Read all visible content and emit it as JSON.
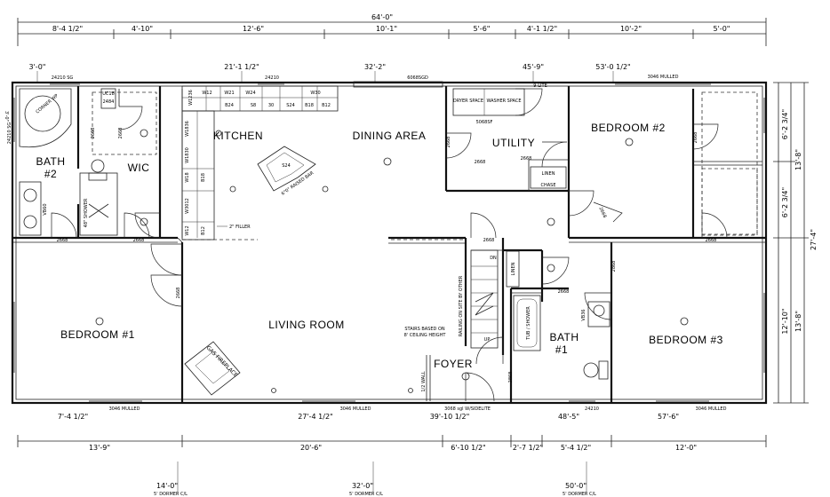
{
  "overall_width": "64'-0\"",
  "overall_depth": "27'-4\"",
  "rooms": {
    "kitchen": "KITCHEN",
    "dining": "DINING AREA",
    "utility": "UTILITY",
    "bedroom2": "BEDROOM #2",
    "bath2_a": "BATH",
    "bath2_b": "#2",
    "wic": "WIC",
    "bedroom1": "BEDROOM #1",
    "living": "LIVING ROOM",
    "foyer": "FOYER",
    "bath1_a": "BATH",
    "bath1_b": "#1",
    "bedroom3": "BEDROOM #3"
  },
  "top_dims": [
    "8'-4 1/2\"",
    "4'-10\"",
    "12'-6\"",
    "10'-1\"",
    "5'-6\"",
    "4'-1 1/2\"",
    "10'-2\"",
    "5'-0\""
  ],
  "bottom_dims": [
    "13'-9\"",
    "20'-6\"",
    "6'-10 1/2\"",
    "2'-7 1/2\"",
    "5'-4 1/2\"",
    "12'-0\""
  ],
  "right_dims": [
    "6'-2 3/4\"",
    "13'-8\"",
    "6'-2 3/4\"",
    "12'-10\"",
    "13'-8\""
  ],
  "wall_callouts_top": [
    "3'-0\"",
    "24210 SG",
    "21'-1 1/2\"",
    "24210",
    "32'-2\"",
    "6068SGD",
    "45'-9\"",
    "53'-0 1/2\"",
    "3046 MULLED",
    "9-LITE"
  ],
  "wall_callouts_bottom": [
    "7'-4 1/2\"",
    "3046 MULLED",
    "27'-4 1/2\"",
    "3046 MULLED",
    "39'-10 1/2\"",
    "3068 sgl W/SIDELITE",
    "48'-5\"",
    "24210",
    "57'-6\"",
    "3046 MULLED"
  ],
  "dormer_labels": [
    {
      "dist": "14'-0\"",
      "text": "5' DORMER C/L"
    },
    {
      "dist": "32'-0\"",
      "text": "5' DORMER C/L"
    },
    {
      "dist": "50'-0\"",
      "text": "5' DORMER C/L"
    }
  ],
  "left_side": [
    "3'-0\"",
    "24210 SG"
  ],
  "cabinets": [
    "W1236",
    "W12",
    "W21",
    "W24",
    "W30",
    "B24",
    "S8",
    "30",
    "S24",
    "B18",
    "B12",
    "W1836",
    "W1830",
    "W18",
    "B18",
    "W3012",
    "W12",
    "B12",
    "UC18",
    "2484"
  ],
  "notes": {
    "corner_tub": "CORNER WP",
    "shower": "48\" SHOWER",
    "vb60": "VB60",
    "filler": "2\" FILLER",
    "island": "6\"0\" RAISED BAR",
    "island_sink": "S24",
    "dryer": "DRYER SPACE",
    "washer": "WASHER SPACE",
    "door_5068": "5068SF",
    "linen_chase": [
      "LINEN",
      "CHASE"
    ],
    "linen2": "LINEN",
    "stairs": [
      "STAIRS BASED ON",
      "8' CEILING HEIGHT"
    ],
    "railing": "RAILING ON SITE BY OTHER",
    "dn": "DN",
    "up": "UP",
    "tub": "TUB / SHOWER",
    "vb36": "VB36",
    "fireplace": "GAS FIREPLACE",
    "half_wall": "1/2 WALL"
  },
  "doors": [
    "2668",
    "2668",
    "2668",
    "2668",
    "2668",
    "2668",
    "2668",
    "2668",
    "2668",
    "2668",
    "2668",
    "2868",
    "2868",
    "2668",
    "2668"
  ]
}
